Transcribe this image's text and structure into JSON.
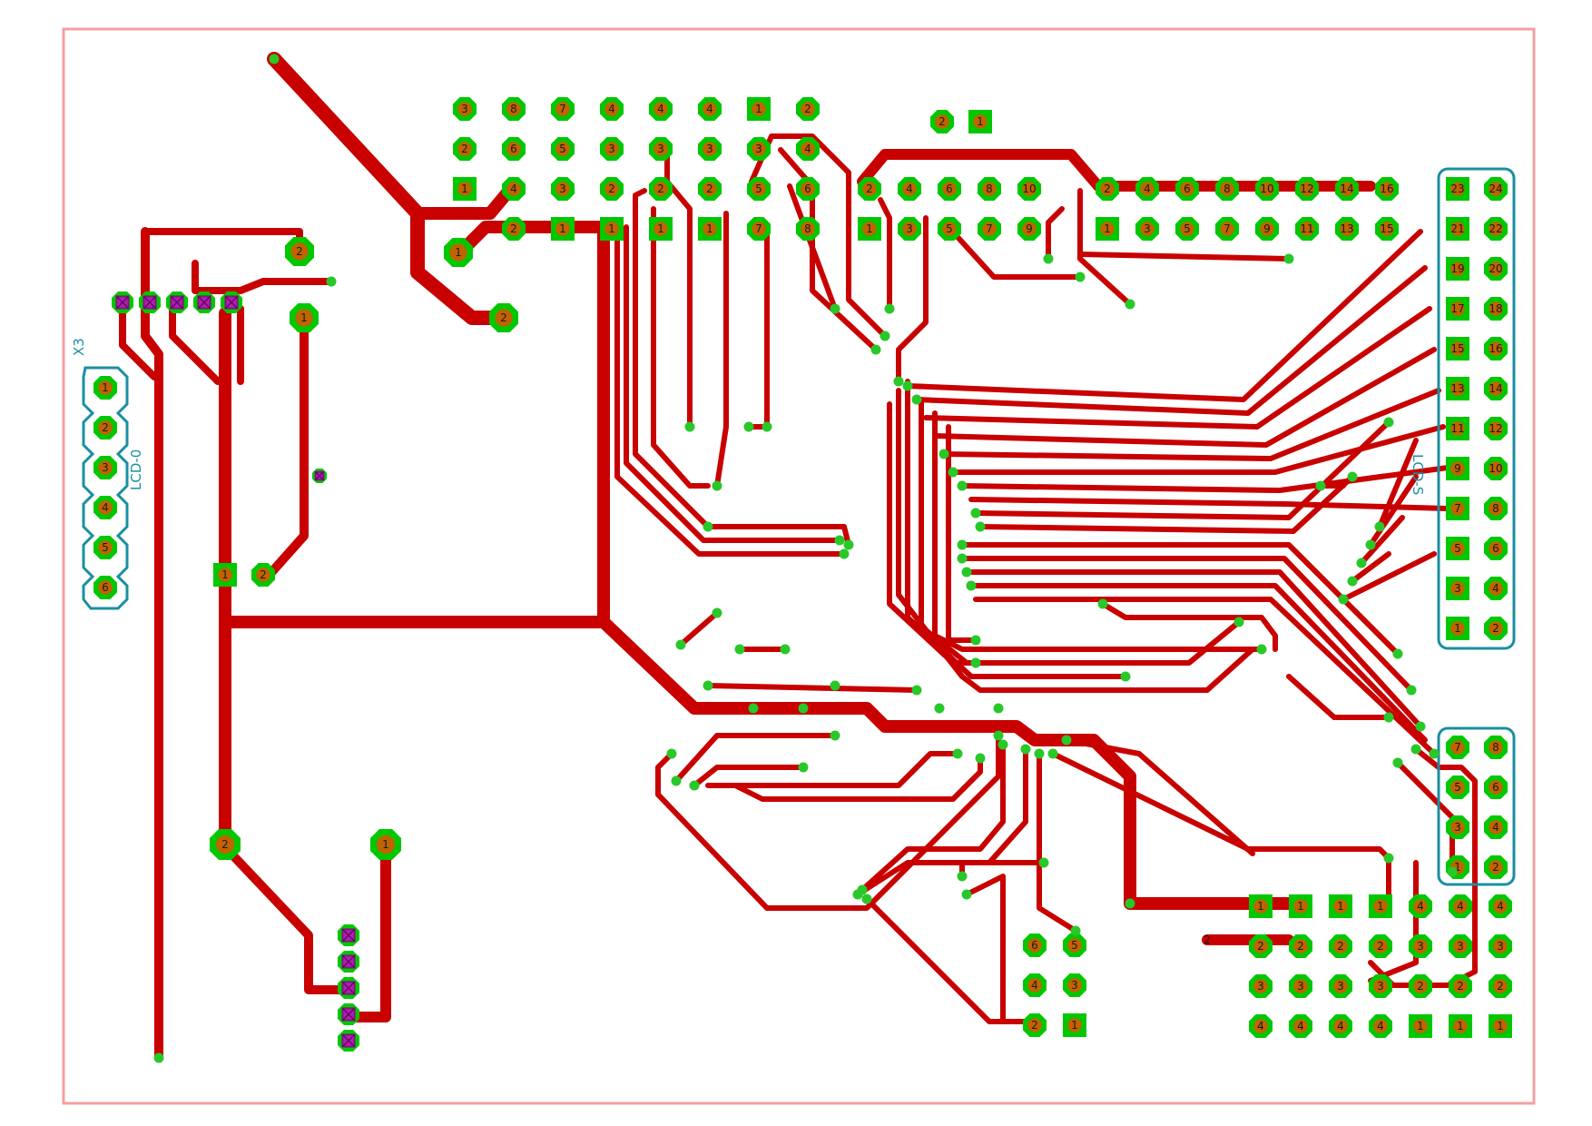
{
  "labels": {
    "x3": "X3",
    "lcd_left": "LCD-0",
    "lcd_right": "LCD-S"
  },
  "colors": {
    "outline": "#f4a0a0",
    "trace": "#c80000",
    "pad": "#00c800",
    "via": "#28c828",
    "header": "#1a8fa0"
  },
  "pads": {
    "x3_col": [
      "1",
      "2",
      "3",
      "4",
      "5",
      "6"
    ],
    "top_grid_r1": [
      "3",
      "8",
      "7",
      "4",
      "4",
      "4",
      "1",
      "2"
    ],
    "top_grid_r2": [
      "2",
      "6",
      "5",
      "3",
      "3",
      "3",
      "3",
      "4"
    ],
    "top_grid_r3": [
      "1",
      "4",
      "3",
      "2",
      "2",
      "2",
      "5",
      "6"
    ],
    "top_grid_r4": [
      "2",
      "1",
      "1",
      "1",
      "1",
      "7",
      "8"
    ],
    "mid_pair": [
      "2",
      "1"
    ],
    "mid_row_top": [
      "2",
      "4",
      "6",
      "8",
      "10"
    ],
    "mid_row_bot": [
      "1",
      "3",
      "5",
      "7",
      "9"
    ],
    "right_row_top": [
      "2",
      "4",
      "6",
      "8",
      "10",
      "12",
      "14",
      "16"
    ],
    "right_row_bot": [
      "1",
      "3",
      "5",
      "7",
      "9",
      "11",
      "13",
      "15"
    ],
    "hdr24_left": [
      "23",
      "21",
      "19",
      "17",
      "15",
      "13",
      "11",
      "9",
      "7",
      "5",
      "3",
      "1"
    ],
    "hdr24_right": [
      "24",
      "22",
      "20",
      "18",
      "16",
      "14",
      "12",
      "10",
      "8",
      "6",
      "4",
      "2"
    ],
    "hdr8_left": [
      "7",
      "5",
      "3",
      "1"
    ],
    "hdr8_right": [
      "8",
      "6",
      "4",
      "2"
    ],
    "bot_grid_r1": [
      "1",
      "1",
      "1",
      "1",
      "4",
      "4",
      "4"
    ],
    "bot_grid_r2": [
      "2",
      "2",
      "2",
      "2",
      "3",
      "3",
      "3"
    ],
    "bot_grid_r3": [
      "3",
      "3",
      "3",
      "3",
      "2",
      "2",
      "2"
    ],
    "bot_grid_r4": [
      "4",
      "4",
      "4",
      "4",
      "1",
      "1",
      "1"
    ],
    "small_block": [
      "6",
      "5",
      "4",
      "3",
      "2",
      "1"
    ],
    "single_pads": [
      "2",
      "1",
      "2",
      "1",
      "2",
      "1",
      "2",
      "1",
      "2"
    ]
  }
}
